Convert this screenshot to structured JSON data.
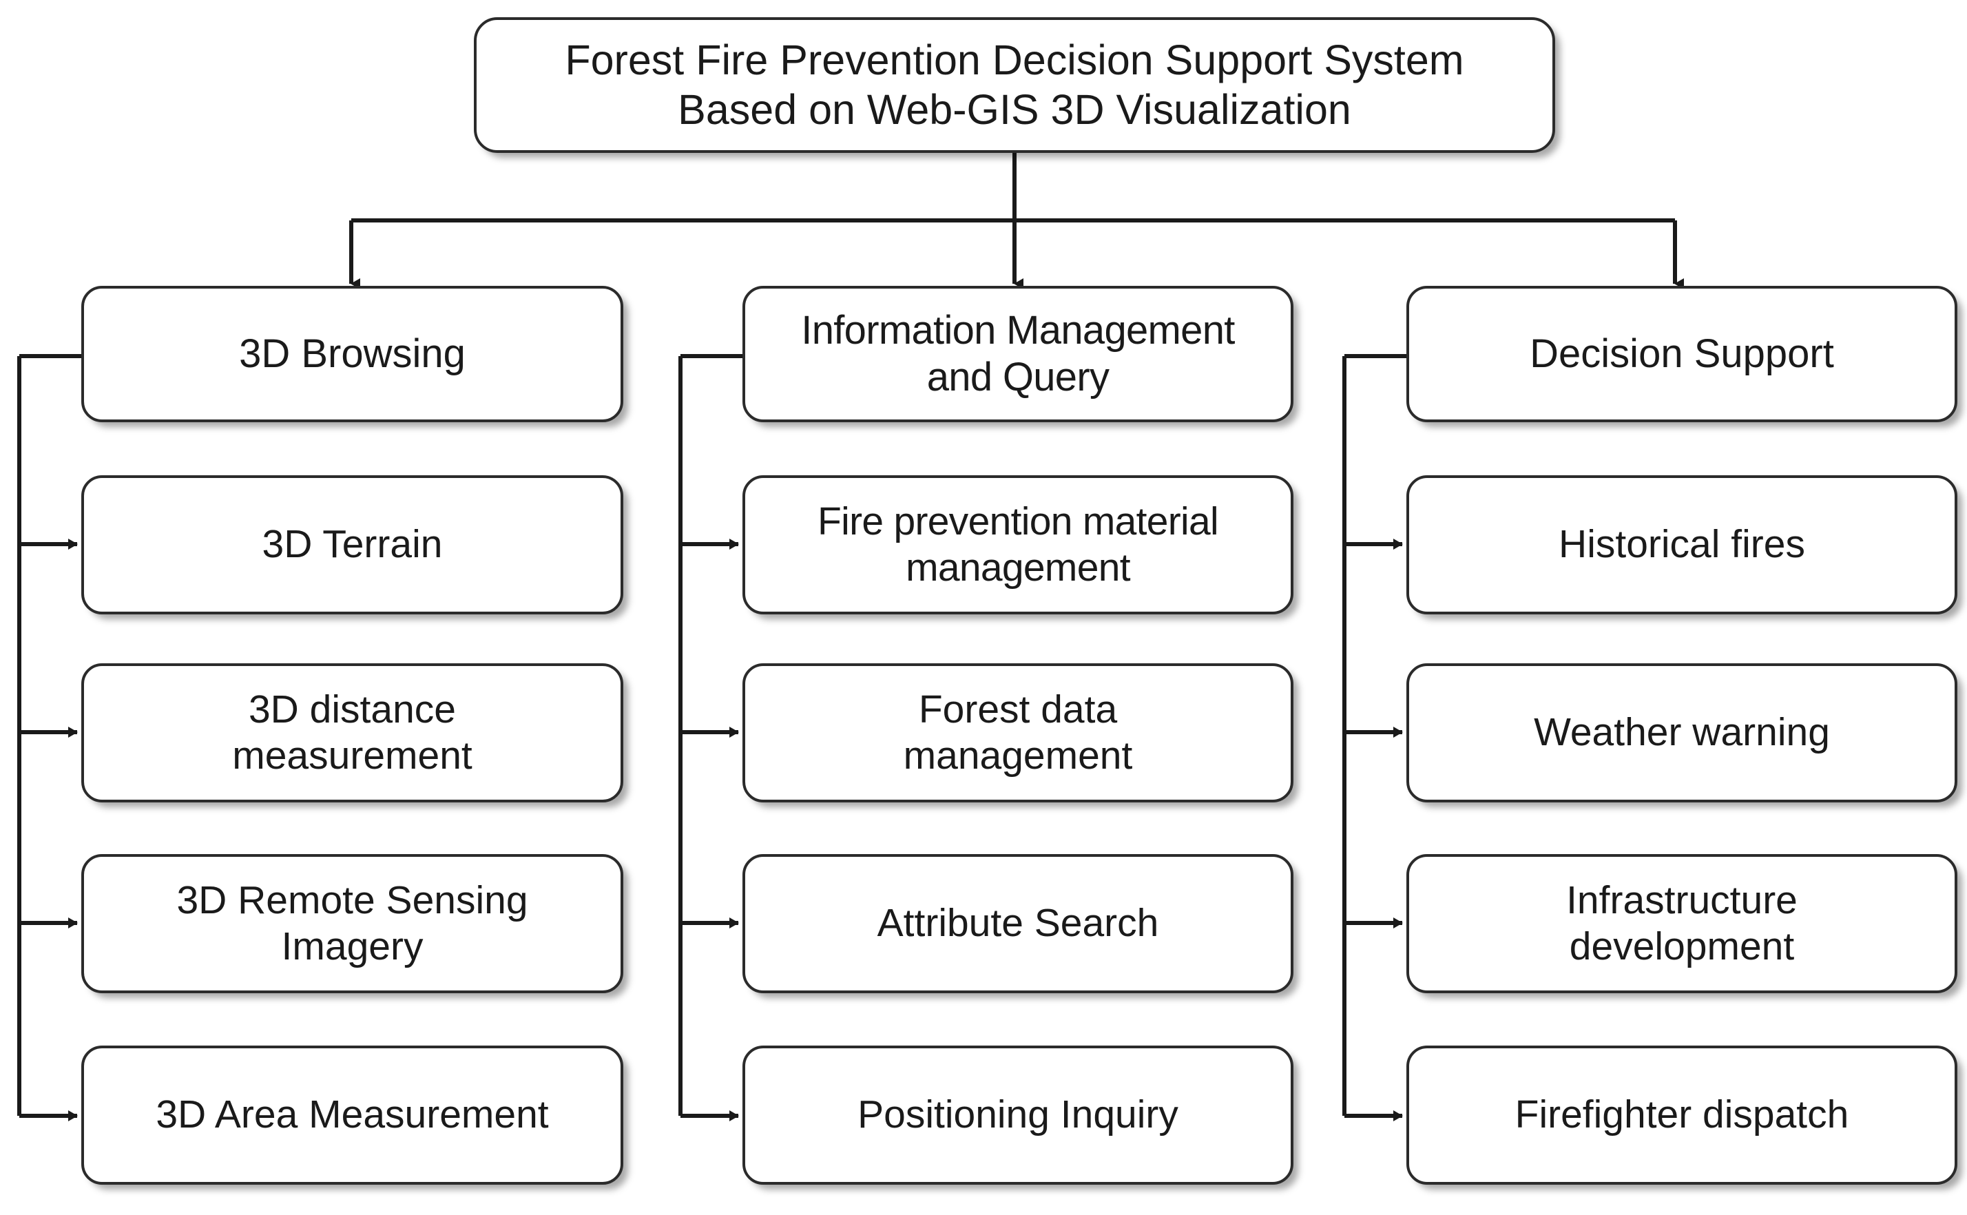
{
  "diagram": {
    "type": "tree-hierarchy",
    "orientation": "top-down-then-left-branching",
    "background_color": "#ffffff",
    "box_border_color": "#2b2b2b",
    "box_fill_color": "#ffffff",
    "text_color": "#1a1a1a",
    "connector_color": "#1a1a1a"
  },
  "root": {
    "label": "Forest Fire Prevention Decision Support System\nBased on Web-GIS 3D Visualization",
    "line1": "Forest Fire Prevention Decision Support System",
    "line2": "Based on Web-GIS 3D Visualization"
  },
  "columns": [
    {
      "id": "column-3d-browsing",
      "head": {
        "label": "3D Browsing"
      },
      "children": [
        {
          "label": "3D Terrain"
        },
        {
          "label": "3D distance\nmeasurement"
        },
        {
          "label": "3D Remote Sensing\nImagery"
        },
        {
          "label": "3D Area Measurement"
        }
      ]
    },
    {
      "id": "column-information-management-and-query",
      "head": {
        "label": "Information Management\nand Query"
      },
      "children": [
        {
          "label": "Fire prevention material\nmanagement"
        },
        {
          "label": "Forest data\nmanagement"
        },
        {
          "label": "Attribute Search"
        },
        {
          "label": "Positioning Inquiry"
        }
      ]
    },
    {
      "id": "column-decision-support",
      "head": {
        "label": "Decision Support"
      },
      "children": [
        {
          "label": "Historical fires"
        },
        {
          "label": "Weather warning"
        },
        {
          "label": "Infrastructure\ndevelopment"
        },
        {
          "label": "Firefighter dispatch"
        }
      ]
    }
  ]
}
